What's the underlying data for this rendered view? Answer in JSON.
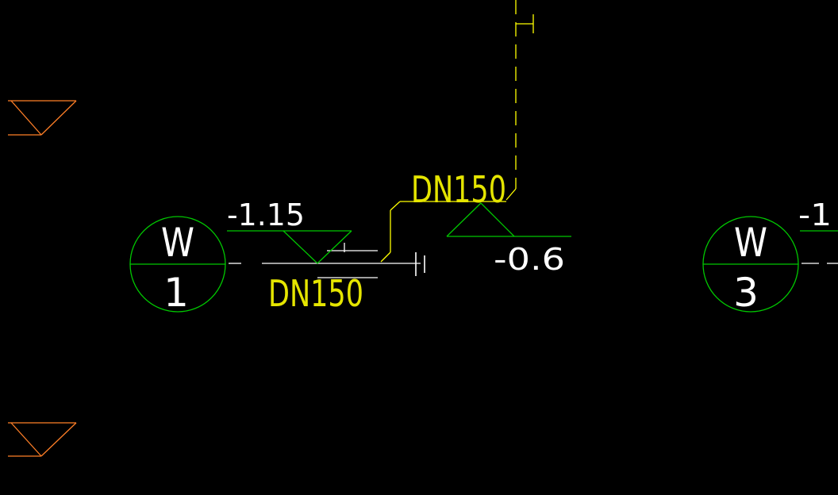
{
  "drawing": {
    "colors": {
      "background": "#000000",
      "pipe_yellow": "#ffff00",
      "text_yellow": "#e5e500",
      "symbol_green": "#00c800",
      "marker_orange": "#ff7f27",
      "line_white": "#ffffff"
    },
    "manholes": [
      {
        "id": "manhole-w1",
        "top_label": "W",
        "bottom_label": "1"
      },
      {
        "id": "manhole-w3",
        "top_label": "W",
        "bottom_label": "3"
      }
    ],
    "elevations": [
      {
        "id": "elevation-left",
        "value": "-1.15"
      },
      {
        "id": "elevation-center",
        "value": "-0.6"
      },
      {
        "id": "elevation-right",
        "value": "-1"
      }
    ],
    "pipe_labels": [
      {
        "id": "pipe-label-upper",
        "text": "DN150"
      },
      {
        "id": "pipe-label-lower",
        "text": "DN150"
      }
    ],
    "symbols": {
      "pipe_cap": "pipe-cap-symbol",
      "level_marker": "level-triangle-icon",
      "edge_marker": "orange-elevation-marker"
    }
  }
}
